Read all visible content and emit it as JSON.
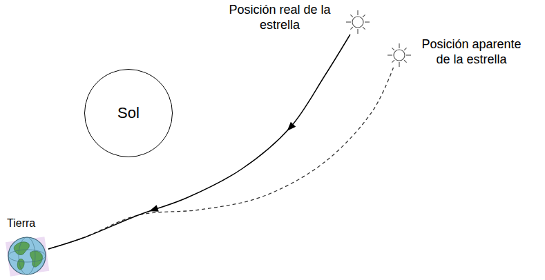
{
  "diagram": {
    "nodes": [
      {
        "text": [
          "Posición real de la estrella"
        ]
      },
      {
        "text": [
          "Posición aparente de la estrella"
        ]
      },
      {
        "text": [
          "Sol"
        ]
      },
      {
        "text": [
          "Tierra"
        ]
      }
    ],
    "edges": [
      {
        "from": 0,
        "to": 3,
        "arrow": "to"
      },
      {
        "from": 1,
        "to": 3,
        "arrow": "none"
      }
    ]
  }
}
